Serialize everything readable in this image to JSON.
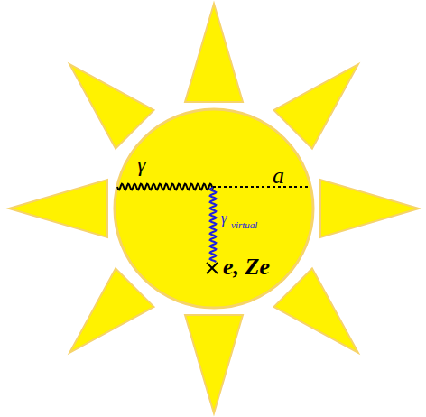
{
  "diagram": {
    "labels": [
      "γ",
      "a",
      "γ",
      "virtual",
      "e, Ze"
    ]
  }
}
